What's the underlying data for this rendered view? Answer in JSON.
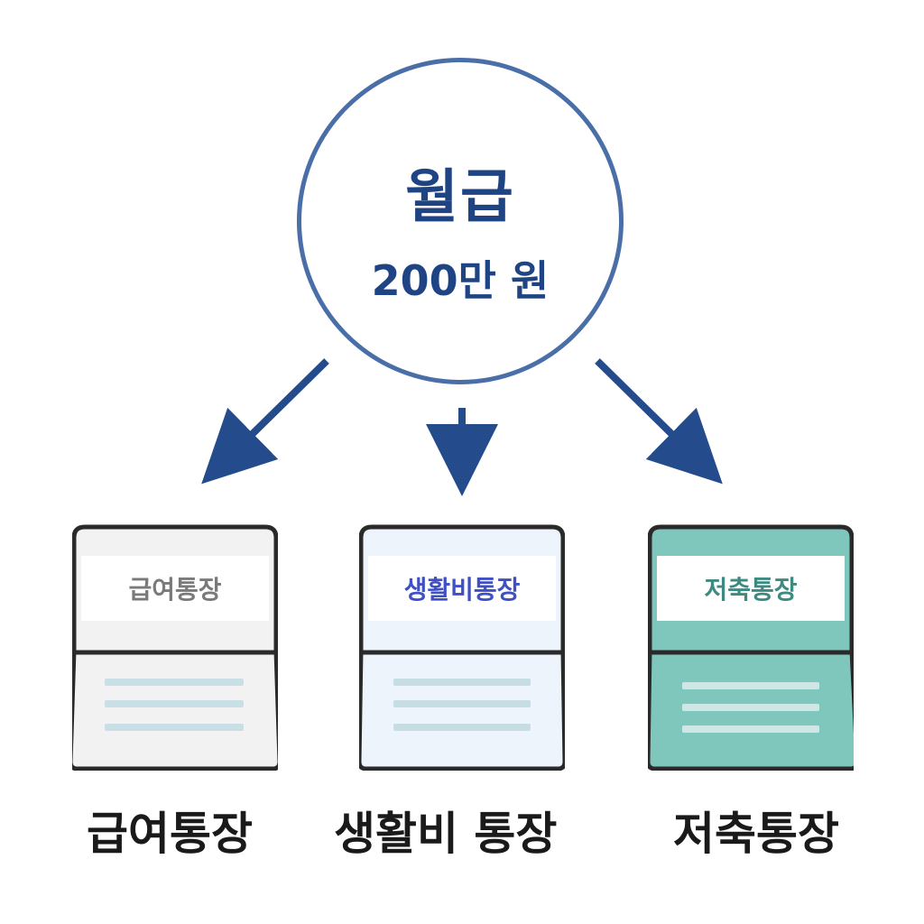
{
  "salary": {
    "title": "월급",
    "amount": "200만 원"
  },
  "accounts": [
    {
      "card_label": "급여통장",
      "caption": "급여통장",
      "fill": "#f2f2f2",
      "band_fill": "#ffffff",
      "label_color": "#7a7a7a",
      "line_color": "#c9dfe6"
    },
    {
      "card_label": "생활비통장",
      "caption": "생활비 통장",
      "fill": "#edf4fc",
      "band_fill": "#ffffff",
      "label_color": "#3f4fc4",
      "line_color": "#c6dde3"
    },
    {
      "card_label": "저축통장",
      "caption": "저축통장",
      "fill": "#7fc6bd",
      "band_fill": "#ffffff",
      "label_color": "#3f8a80",
      "line_color": "#cfe8e6"
    }
  ],
  "colors": {
    "circle_border": "#4a6ea8",
    "arrow": "#244c8c",
    "text_dark": "#1f4483"
  }
}
